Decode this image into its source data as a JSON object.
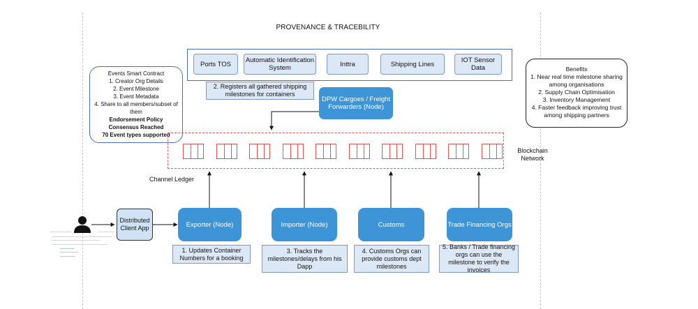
{
  "title": "PROVENANCE & TRACEBILITY",
  "sources": [
    "Ports TOS",
    "Automatic Identification System",
    "Inttra",
    "Shipping Lines",
    "IOT Sensor Data"
  ],
  "sources_note": "2. Registers all gathered shipping milestones for containers",
  "dpw_node": "DPW Cargoes / Freight Forwarders (Node)",
  "smart_contract": {
    "lines": [
      "Events Smart Contract",
      "1. Creator Org Details",
      "2. Event Milestone",
      "3. Event Metadata",
      "4. Share to all members/subset of them"
    ],
    "bold_lines": [
      "Endorsement Policy",
      "Consensus Reached",
      "70 Event types supported"
    ]
  },
  "benefits": {
    "title": "Benefits",
    "lines": [
      "1. Near real time milestone sharing among organisations",
      "2. Supply Chain Optimisation",
      "3. Inventory Management",
      "4. Faster feedback improving trust among shipping partners"
    ]
  },
  "blockchain_label": "Blockchain Network",
  "ledger_label": "Channel Ledger",
  "client_app": "Distributed Client App",
  "nodes": [
    {
      "label": "Exporter (Node)",
      "note": "1. Updates Container Numbers for a booking"
    },
    {
      "label": "Importer (Node)",
      "note": "3. Tracks the milestones/delays from his Dapp"
    },
    {
      "label": "Customs",
      "note": "4. Customs Orgs can provide customs dept milestones"
    },
    {
      "label": "Trade Financing Orgs",
      "note": "5. Banks / Trade financing orgs can use the milestone to verify the invoices"
    }
  ],
  "block_count": 10,
  "colors": {
    "node": "#3d95d8",
    "note_fill": "#dde8f7",
    "chain": "#e05555",
    "frame": "#4a6fb0"
  },
  "icons": [
    "user-icon",
    "app-screenshot-thumbnail"
  ]
}
